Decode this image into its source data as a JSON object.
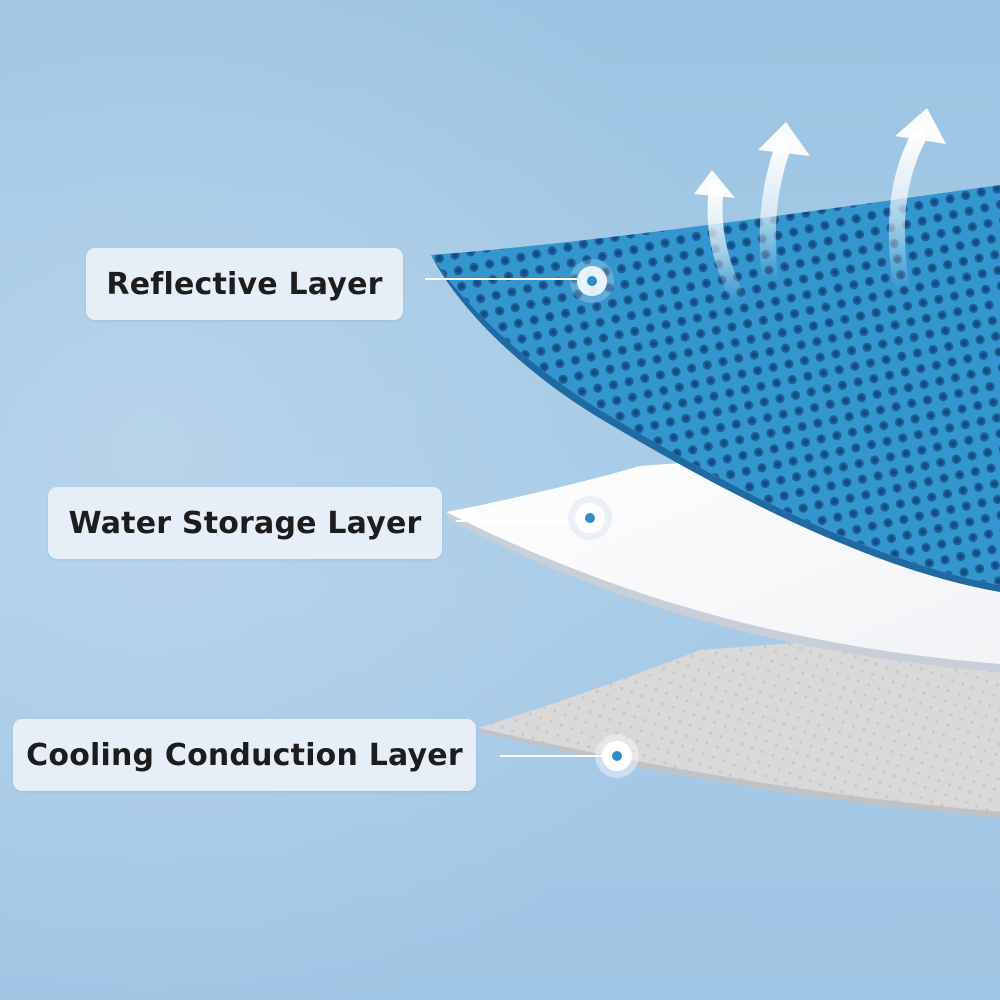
{
  "layers": [
    {
      "label": "Reflective Layer",
      "color": "#2f8dc6"
    },
    {
      "label": "Water Storage Layer",
      "color": "#ffffff"
    },
    {
      "label": "Cooling Conduction Layer",
      "color": "#dcdcdc"
    }
  ],
  "background_color": "#a3c9e6",
  "icons": {
    "airflow": "airflow-arrow-icon",
    "marker": "callout-dot-icon"
  }
}
